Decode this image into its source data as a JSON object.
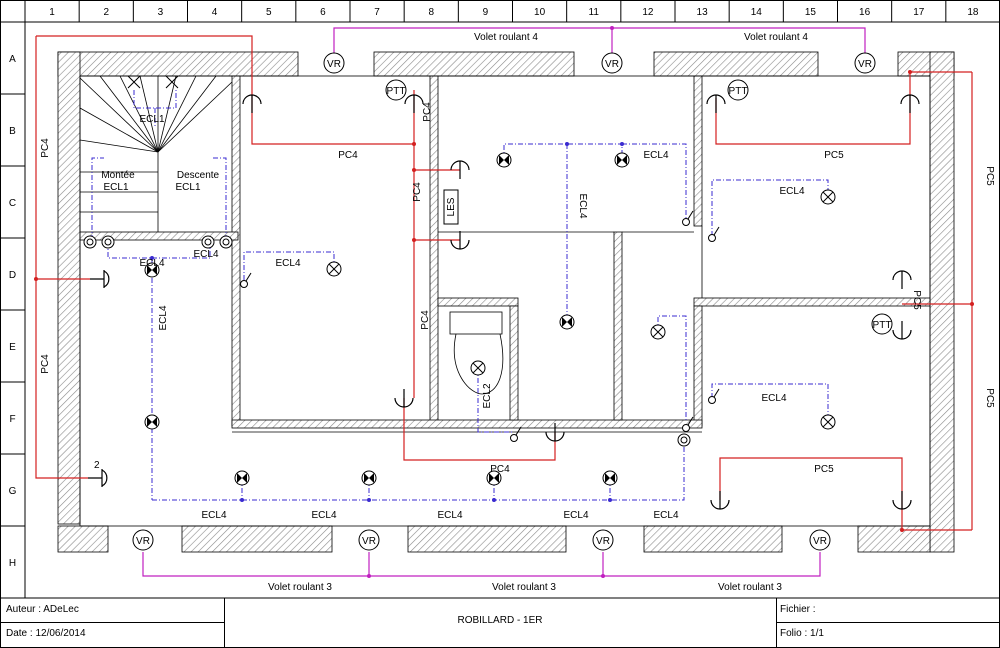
{
  "grid": {
    "columns": [
      "1",
      "2",
      "3",
      "4",
      "5",
      "6",
      "7",
      "8",
      "9",
      "10",
      "11",
      "12",
      "13",
      "14",
      "15",
      "16",
      "17",
      "18"
    ],
    "rows": [
      "A",
      "B",
      "C",
      "D",
      "E",
      "F",
      "G",
      "H"
    ]
  },
  "shutters": {
    "top_left": "Volet roulant 4",
    "top_right": "Volet roulant 4",
    "bottom_left": "Volet roulant 3",
    "bottom_mid": "Volet roulant 3",
    "bottom_right": "Volet roulant 3",
    "vr": "VR"
  },
  "circuits": {
    "pc4": "PC4",
    "pc5": "PC5",
    "ecl1": "ECL1",
    "ecl2": "ECL2",
    "ecl4": "ECL4",
    "pc4_partial": "PC4",
    "ptt": "PTT",
    "les": "LES",
    "pc4_vertical": "PC4",
    "pc5_vertical": "PC5",
    "superscript_2": "2"
  },
  "stairs": {
    "montee": "Montée",
    "descente": "Descente",
    "ecl1": "ECL1"
  },
  "colors": {
    "power": "#d42020",
    "lighting": "#3a2bd0",
    "shutter": "#c020c0",
    "wall_hatch": "#8a8a8a"
  },
  "titleblock": {
    "author": "Auteur : ADeLec",
    "date": "Date : 12/06/2014",
    "title": "ROBILLARD - 1ER",
    "file": "Fichier :",
    "folio": "Folio : 1/1"
  }
}
